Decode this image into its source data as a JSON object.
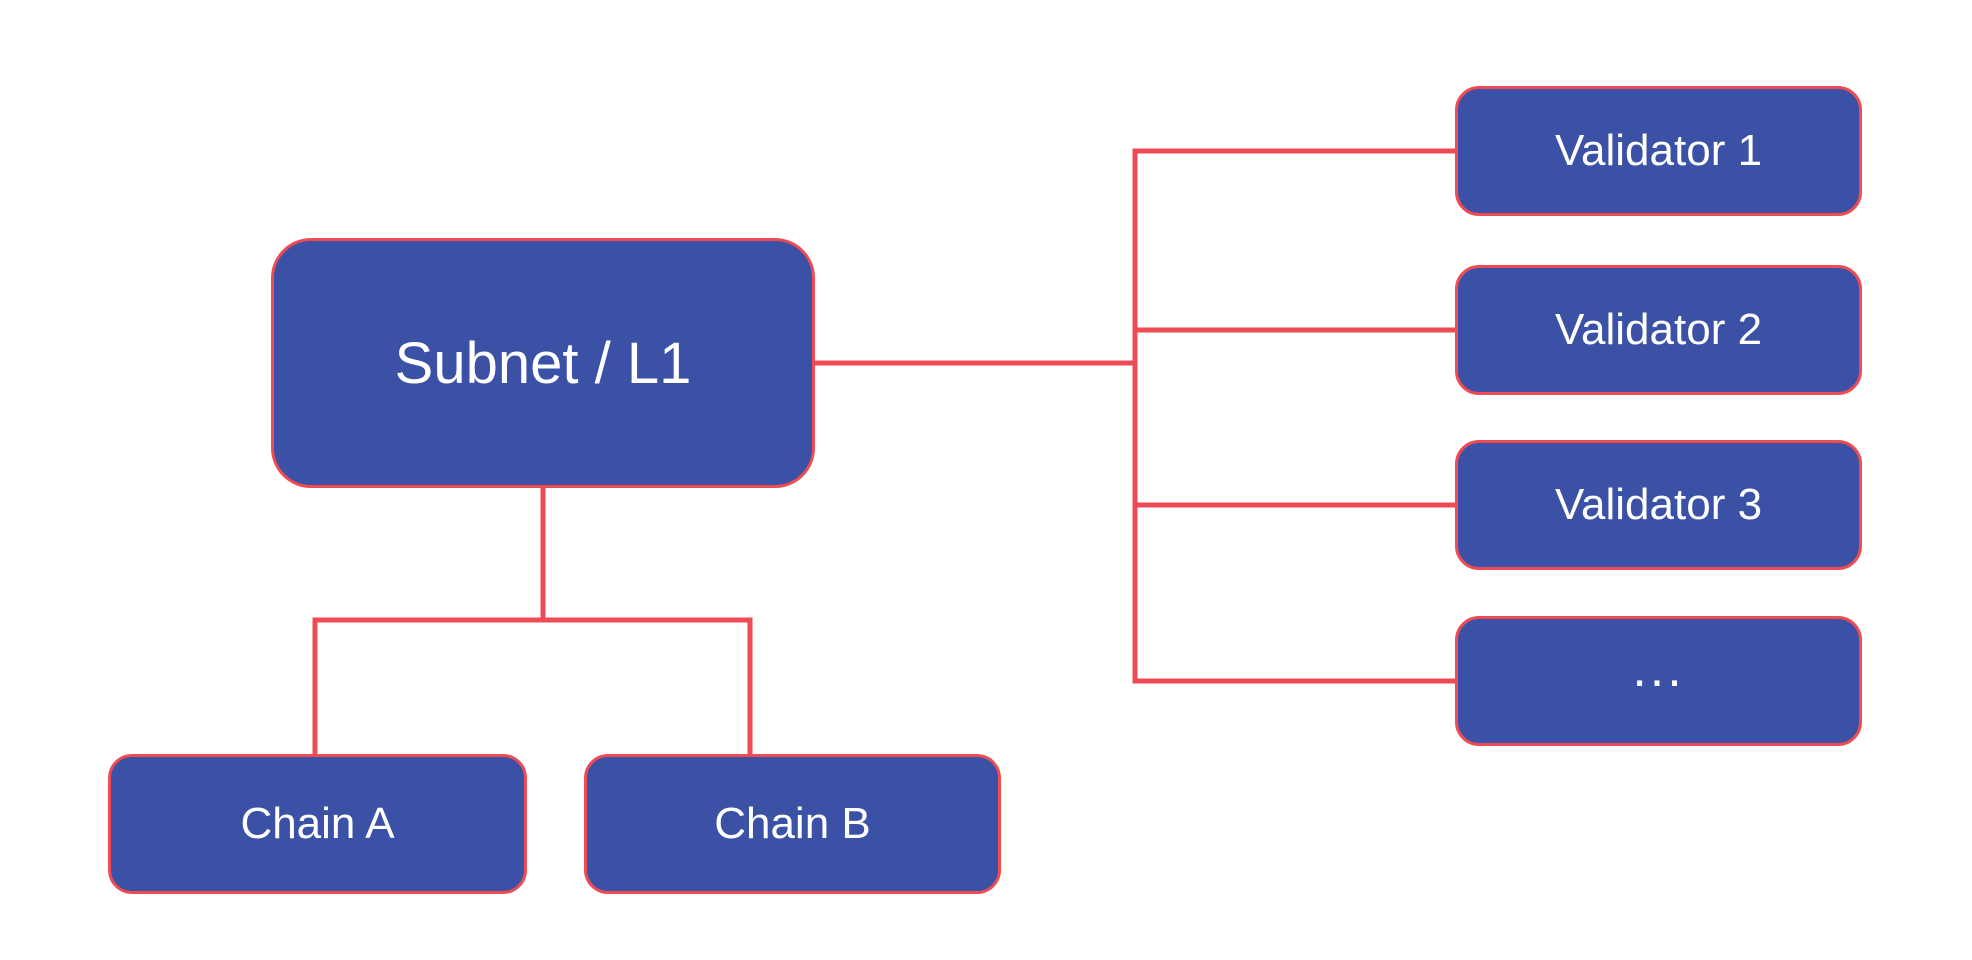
{
  "diagram": {
    "type": "tree",
    "background": "#ffffff",
    "colors": {
      "node_fill": "#3b51a6",
      "node_border": "#ee4b54",
      "connector": "#ee4b54",
      "text": "#ffffff"
    },
    "edges": [
      {
        "from": "Subnet / L1",
        "to": "Validator 1"
      },
      {
        "from": "Subnet / L1",
        "to": "Validator 2"
      },
      {
        "from": "Subnet / L1",
        "to": "Validator 3"
      },
      {
        "from": "Subnet / L1",
        "to": "..."
      },
      {
        "from": "Subnet / L1",
        "to": "Chain A"
      },
      {
        "from": "Subnet / L1",
        "to": "Chain B"
      }
    ]
  },
  "nodes": {
    "subnet": {
      "label": "Subnet / L1"
    },
    "validator1": {
      "label": "Validator 1"
    },
    "validator2": {
      "label": "Validator 2"
    },
    "validator3": {
      "label": "Validator 3"
    },
    "validator_more": {
      "label": "..."
    },
    "chain_a": {
      "label": "Chain A"
    },
    "chain_b": {
      "label": "Chain B"
    }
  }
}
